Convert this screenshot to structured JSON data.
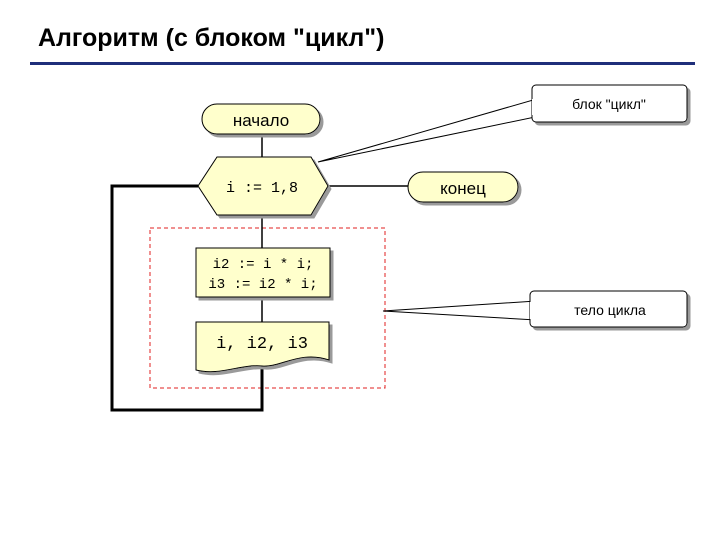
{
  "slide": {
    "title": "Алгоритм (с блоком \"цикл\")"
  },
  "flowchart": {
    "start_label": "начало",
    "loop_label": "i := 1,8",
    "end_label": "конец",
    "process_line1": "i2 := i * i;",
    "process_line2": "i3 := i2 * i;",
    "output_label": "i, i2, i3"
  },
  "callouts": {
    "loop_block": "блок \"цикл\"",
    "loop_body": "тело цикла"
  },
  "colors": {
    "shape_fill": "#ffffcc",
    "accent_rule": "#1f2f7a",
    "body_frame": "#e02020"
  }
}
